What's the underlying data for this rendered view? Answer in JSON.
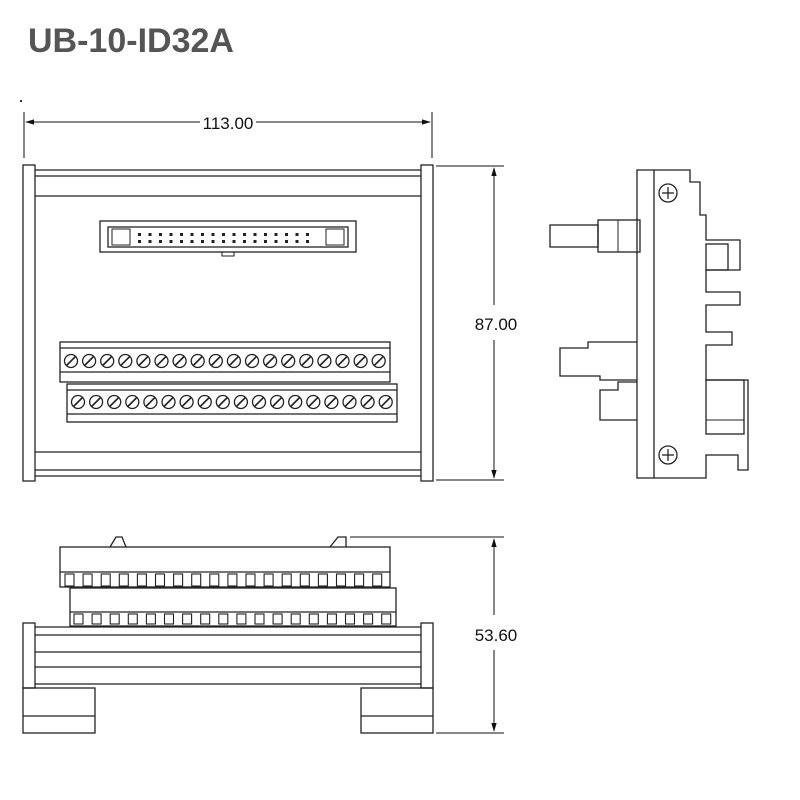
{
  "title": "UB-10-ID32A",
  "dimensions": {
    "width": "113.00",
    "height": "87.00",
    "depth": "53.60"
  },
  "terminal_rows": [
    {
      "name": "upper",
      "screws": 18
    },
    {
      "name": "lower",
      "screws": 18
    }
  ],
  "connector_pins": 34
}
